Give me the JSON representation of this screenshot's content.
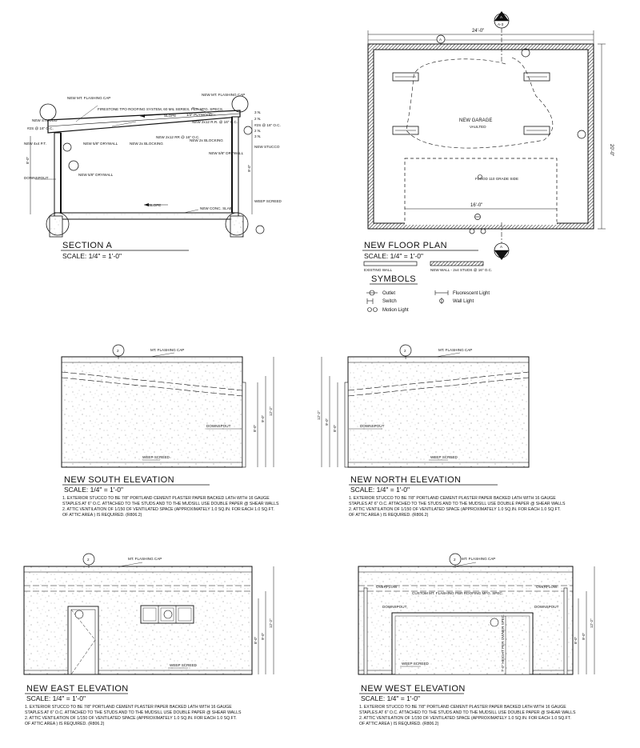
{
  "section_a": {
    "title": "SECTION A",
    "scale": "SCALE: 1/4\" = 1'-0\"",
    "labels": {
      "mt_flashing_left": "NEW MT. FLASHING CAP",
      "mt_flashing_right": "NEW MT. FLASHING CAP",
      "firestone": "FIRESTONE TPO ROOFING SYSTEM, 60 MIL SERIES, PER MFG. SPECS.",
      "slope_top": "SLOPE",
      "plywood": "1/2\" PLYWOOD",
      "rafters": "NEW 2x12 R.R. @ 16\" O.C.",
      "blocking_1": "NEW 2x12 RR @ 16\" O.C.",
      "blocking_2": "NEW 2x BLOCKING",
      "blocking_3": "NEW 2x BLOCKING",
      "drywall_left": "NEW 5/8\" DRYWALL",
      "drywall_right": "NEW 5/8\" DRYWALL",
      "drywall_low": "NEW 5/8\" DRYWALL",
      "stucco_left": "NEW STUCCO",
      "stucco_right": "NEW STUCCO",
      "studs_left": "#2S @ 16\" O.C.",
      "studs_right": "#2S @ 16\" O.C.",
      "new_4x4": "NEW 4x4 P.T.",
      "downspout": "DOWNSPOUT",
      "slope_bottom": "SLOPE",
      "conc_slab": "NEW CONC. SLAB",
      "weep": "WEEP SCREED",
      "dim_left": "8'-0\"",
      "dim_right": "9'-0\"",
      "dim_sn1": "3 N.",
      "dim_sn2": "2 N.",
      "dim_sn3": "2 N.",
      "dim_sn4": "3 N."
    }
  },
  "floor_plan": {
    "title": "NEW FLOOR PLAN",
    "scale": "SCALE: 1/4\" = 1'-0\"",
    "room_name": "NEW GARAGE",
    "room_sub": "VAULTED",
    "top_dim": "24'-0\"",
    "side_dim": "20'-0\"",
    "door_dim": "16'-0\"",
    "grid_tag": "A",
    "section_tag_top": "A",
    "section_tag_top_sub": "A-3",
    "section_tag_bottom": "A",
    "section_tag_bottom_sub": "A-3",
    "flood_note": "FLOOD 110 GRADE SIDE",
    "legend_existing": "EXISTING WALL",
    "legend_new": "NEW WALL - 2x4 STUDS @ 16\" O.C."
  },
  "symbols": {
    "title": "SYMBOLS",
    "items": [
      "Outlet",
      "Switch",
      "Motion Light",
      "Fluorescent Light",
      "Wall Light"
    ]
  },
  "south": {
    "title": "NEW SOUTH ELEVATION",
    "scale": "SCALE: 1/4\" = 1'-0\"",
    "flashing": "MT. FLASHING CAP",
    "downspout": "DOWNSPOUT",
    "weep": "WEEP SCREED",
    "dim_a": "8'-0\"",
    "dim_b": "9'-0\"",
    "dim_c": "12'-2\"",
    "note1": "1. EXTERIOR STUCCO TO BE 7/8\" PORTLAND CEMENT PLASTER PAPER BACKED LATH WITH 16 GAUGE",
    "note1b": "STAPLES AT 6\" O.C. ATTACHED TO THE STUDS AND TO THE MUDSILL USE DOUBLE PAPER @ SHEAR WALLS",
    "note2": "2. ATTIC VENTILATION OF 1/150 OF VENTILATED SPACE (APPROXIMATELY 1.0 SQ.IN. FOR EACH 1.0 SQ.FT.",
    "note2b": "OF ATTIC AREA ) IS REQUIRED. (R806.2)"
  },
  "north": {
    "title": "NEW NORTH ELEVATION",
    "scale": "SCALE: 1/4\" = 1'-0\"",
    "flashing": "MT. FLASHING CAP",
    "downspout": "DOWNSPOUT",
    "weep": "WEEP SCREED",
    "dim_a": "8'-0\"",
    "dim_b": "9'-0\"",
    "dim_c": "12'-2\"",
    "note1": "1. EXTERIOR STUCCO TO BE 7/8\" PORTLAND CEMENT PLASTER PAPER BACKED LATH WITH 16 GAUGE",
    "note1b": "STAPLES AT 6\" O.C. ATTACHED TO THE STUDS AND TO THE MUDSILL USE DOUBLE PAPER @ SHEAR WALLS",
    "note2": "2. ATTIC VENTILATION OF 1/150 OF VENTILATED SPACE (APPROXIMATELY 1.0 SQ.IN. FOR EACH 1.0 SQ.FT.",
    "note2b": "OF ATTIC AREA ) IS REQUIRED. (R806.2)"
  },
  "east": {
    "title": "NEW EAST ELEVATION",
    "scale": "SCALE: 1/4\" = 1'-0\"",
    "flashing": "MT. FLASHING CAP",
    "weep": "WEEP SCREED",
    "dim_a": "8'-0\"",
    "dim_b": "9'-0\"",
    "dim_c": "12'-2\"",
    "note1": "1. EXTERIOR STUCCO TO BE 7/8\" PORTLAND CEMENT PLASTER PAPER BACKED LATH WITH 16 GAUGE",
    "note1b": "STAPLES AT 6\" O.C. ATTACHED TO THE STUDS AND TO THE MUDSILL USE DOUBLE PAPER @ SHEAR WALLS",
    "note2": "2. ATTIC VENTILATION OF 1/150 OF VENTILATED SPACE (APPROXIMATELY 1.0 SQ.IN. FOR EACH 1.0 SQ.FT.",
    "note2b": "OF ATTIC AREA ) IS REQUIRED. (R806.2)"
  },
  "west": {
    "title": "NEW WEST ELEVATION",
    "scale": "SCALE: 1/4\" = 1'-0\"",
    "flashing": "MT. FLASHING CAP",
    "overflow_l": "OVERFLOW",
    "overflow_r": "OVERFLOW",
    "custom": "CUSTOM MT. FLASHING PER ROOFING MFG. SPEC.",
    "downspout_l": "DOWNSPOUT",
    "downspout_r": "DOWNSPOUT",
    "weep": "WEEP SCREED",
    "door_height": "7'-0\" HEIGHT PER OWNER SPEC.",
    "dim_a": "8'-0\"",
    "dim_b": "9'-0\"",
    "dim_c": "12'-2\"",
    "note1": "1. EXTERIOR STUCCO TO BE 7/8\" PORTLAND CEMENT PLASTER PAPER BACKED LATH WITH 16 GAUGE",
    "note1b": "STAPLES AT 6\" O.C. ATTACHED TO THE STUDS AND TO THE MUDSILL USE DOUBLE PAPER @ SHEAR WALLS",
    "note2": "2. ATTIC VENTILATION OF 1/150 OF VENTILATED SPACE (APPROXIMATELY 1.0 SQ.IN. FOR EACH 1.0 SQ.FT.",
    "note2b": "OF ATTIC AREA ) IS REQUIRED. (R806.2)"
  },
  "detail_tag": "2"
}
